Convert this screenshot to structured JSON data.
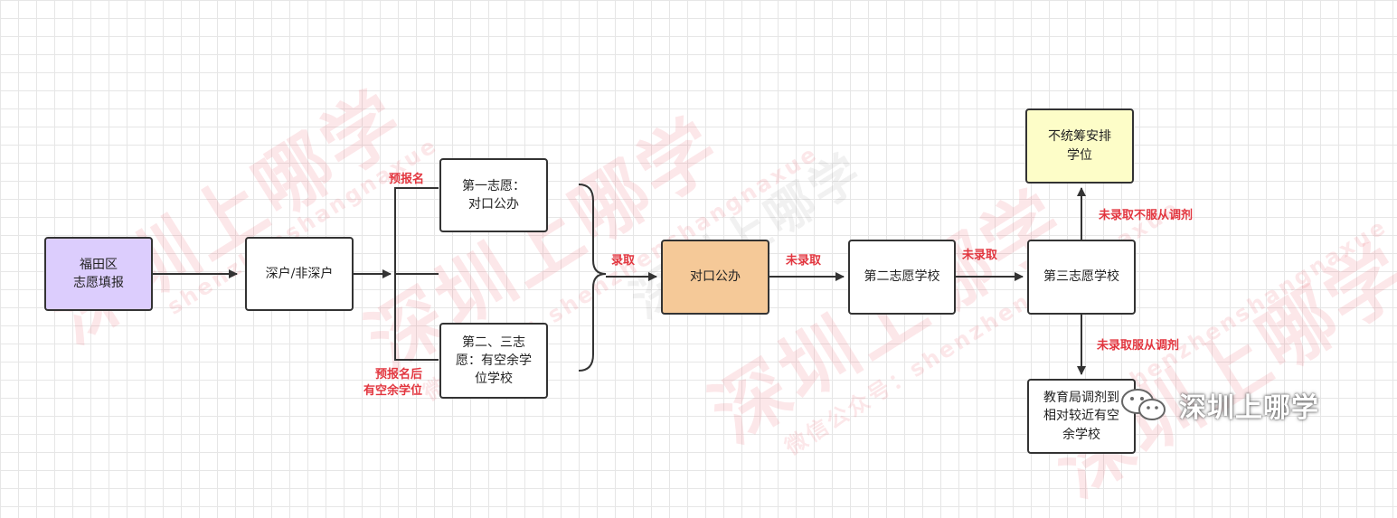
{
  "watermark": {
    "brand": "深圳上哪学",
    "pinyin": "shenzhenshangnaxue",
    "pinyin_prefixed": "微信公众号：shenzhenshangnaxue"
  },
  "nodes": {
    "start": "福田区\n志愿填报",
    "hukou": "深户/非深户",
    "first_choice": "第一志愿：\n对口公办",
    "second_third_choice": "第二、三志\n愿：有空余学\n位学校",
    "matched_school": "对口公办",
    "second_school": "第二志愿学校",
    "third_school": "第三志愿学校",
    "no_placement": "不统筹安排\n学位",
    "bureau_assign": "教育局调剂到\n相对较近有空\n余学校"
  },
  "labels": {
    "pre_register": "预报名",
    "pre_register_after": "预报名后\n有空余学位",
    "admitted": "录取",
    "not_admitted_1": "未录取",
    "not_admitted_2": "未录取",
    "not_admitted_reject": "未录取不服从调剂",
    "not_admitted_accept": "未录取服从调剂"
  },
  "colors": {
    "start_fill": "#dccdfd",
    "matched_fill": "#f5c998",
    "no_placement_fill": "#fdfdc8",
    "label_red": "#e2363f",
    "line": "#333333"
  },
  "brand": {
    "icon": "wechat-icon",
    "name": "深圳上哪学"
  }
}
